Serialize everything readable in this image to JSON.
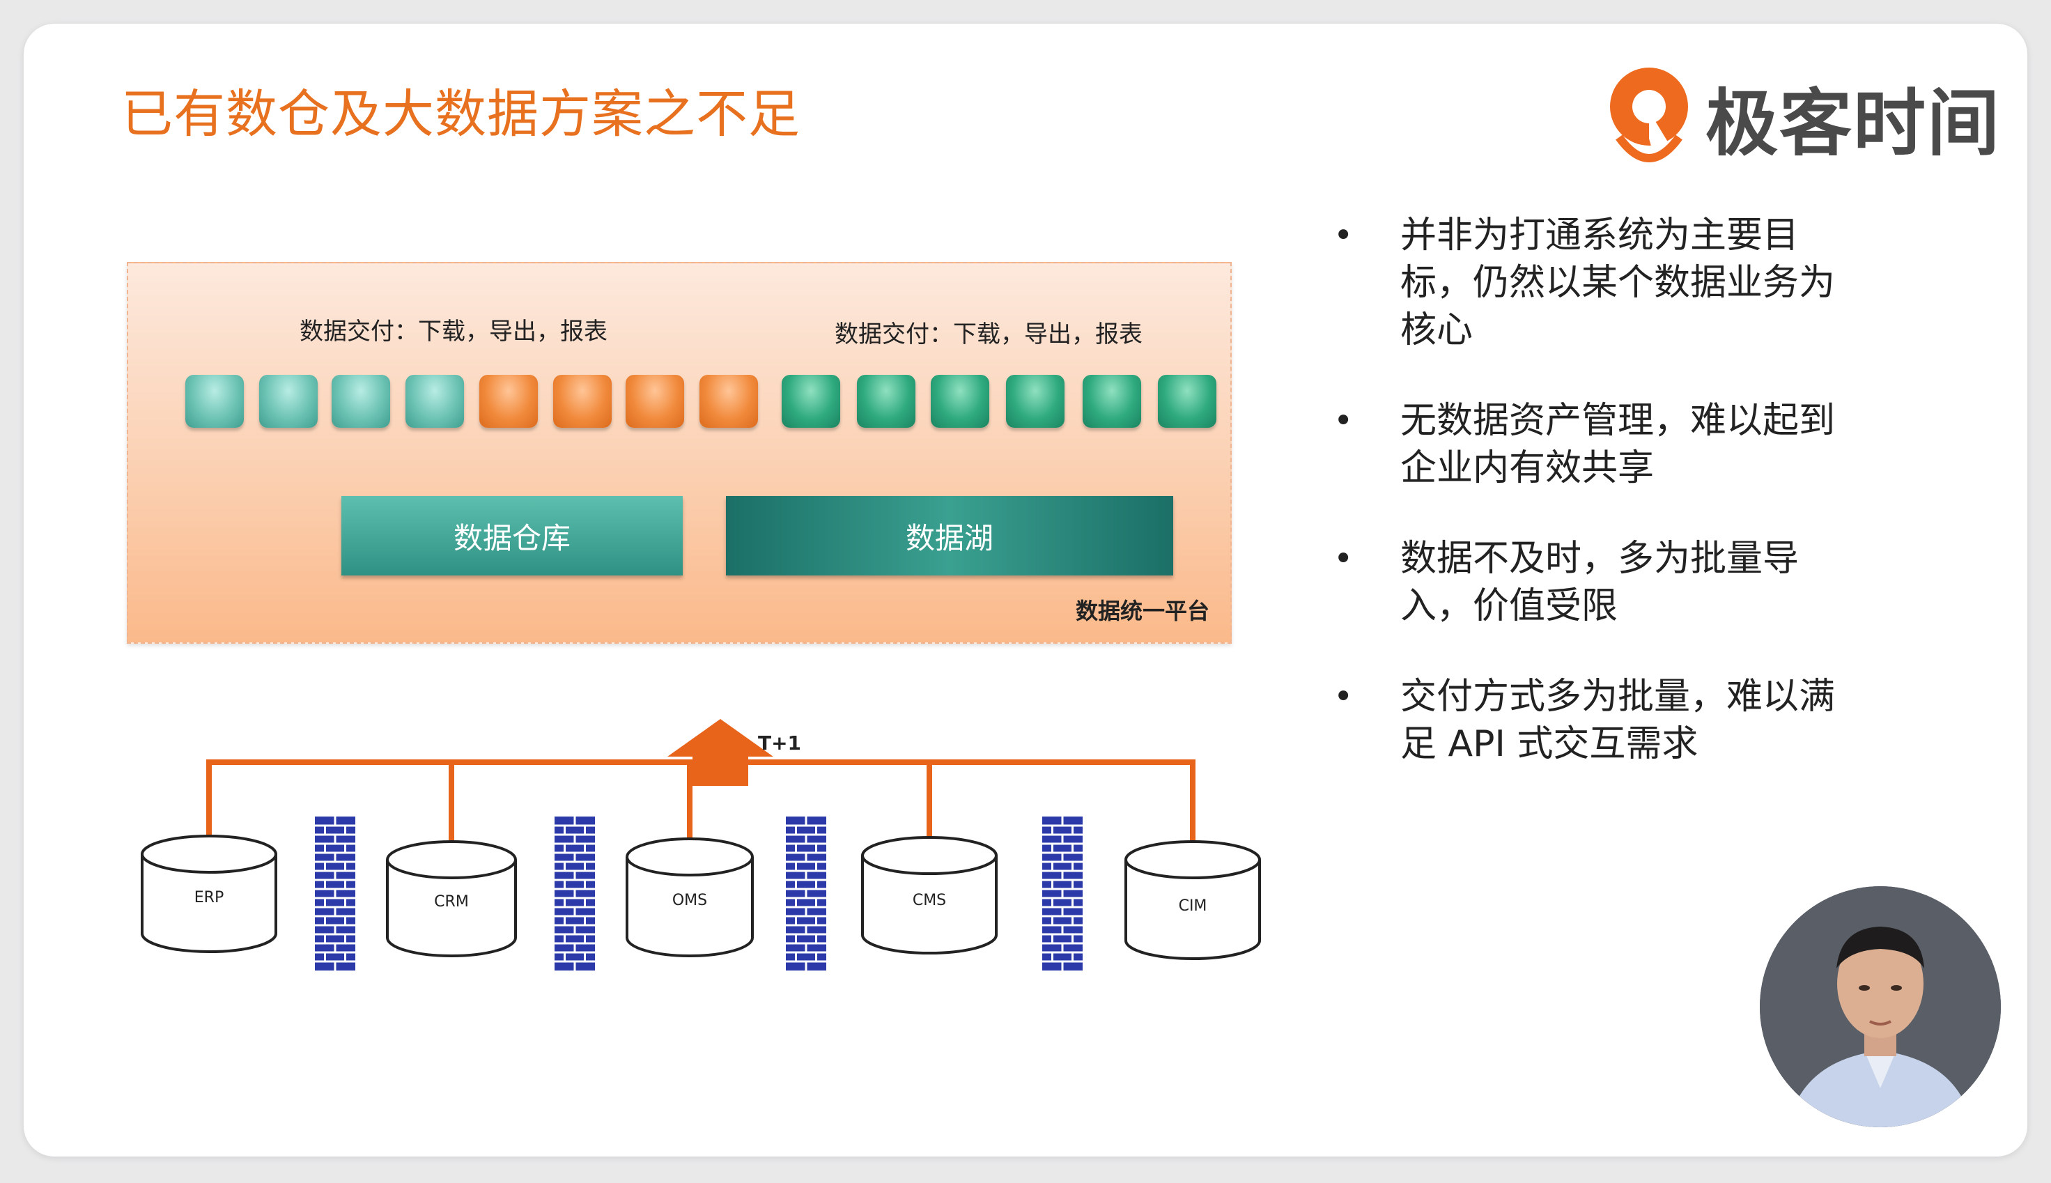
{
  "slide": {
    "title": "已有数仓及大数据方案之不足"
  },
  "logo": {
    "text": "极客时间"
  },
  "platform": {
    "delivery_left": "数据交付：下载，导出，报表",
    "delivery_right": "数据交付：下载，导出，报表",
    "tiles": [
      "teal",
      "teal",
      "teal",
      "teal",
      "orange",
      "orange",
      "orange",
      "orange",
      "green",
      "green",
      "green",
      "green",
      "green",
      "green"
    ],
    "warehouse_label": "数据仓库",
    "lake_label": "数据湖",
    "label": "数据统一平台"
  },
  "flow": {
    "arrow_label": "T+1"
  },
  "databases": [
    {
      "label": "ERP"
    },
    {
      "label": "CRM"
    },
    {
      "label": "OMS"
    },
    {
      "label": "CMS"
    },
    {
      "label": "CIM"
    }
  ],
  "bullets": [
    {
      "text": "并非为打通系统为主要目标，仍然以某个数据业务为核心"
    },
    {
      "text": "无数据资产管理，难以起到企业内有效共享"
    },
    {
      "text": "数据不及时，多为批量导入，价值受限"
    },
    {
      "text": "交付方式多为批量，难以满足 API 式交互需求"
    }
  ],
  "bullet_symbol": "•",
  "colors": {
    "title": "#e8711f",
    "connector": "#e8641a",
    "firewall": "#2b3aa8",
    "tile_teal": "#5cbcad",
    "tile_orange": "#f18a3c",
    "tile_green": "#2faa7f"
  },
  "icons": {
    "logo": "geek-time-logo-icon",
    "firewall": "firewall-brick-icon",
    "database": "database-cylinder-icon",
    "arrow": "up-arrow-icon"
  }
}
